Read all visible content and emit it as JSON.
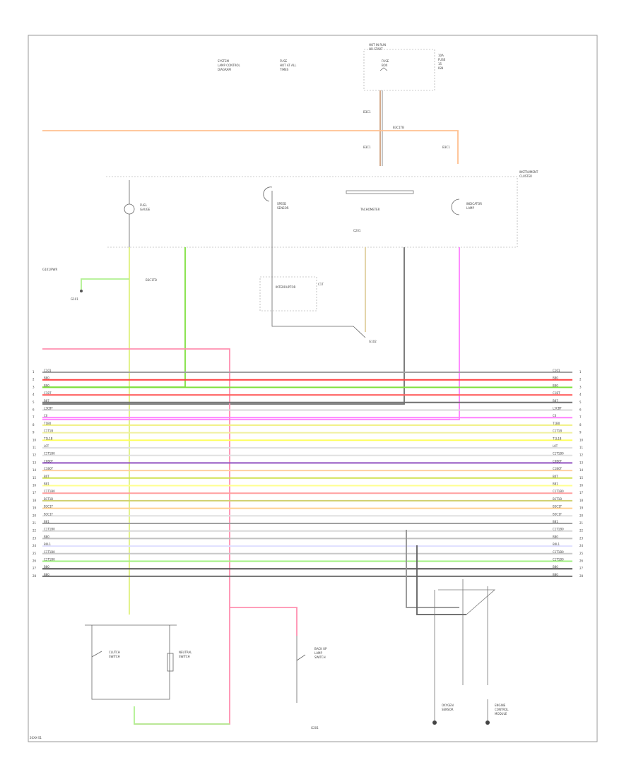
{
  "diagram": {
    "footer_code": "20XX-S1",
    "connector_label_left": "C101",
    "connector_label_right": "C101",
    "bus": [
      {
        "left": "C101",
        "right": "C101",
        "color": "#a0a0a0"
      },
      {
        "left": "B80",
        "right": "B80",
        "color": "#ff4040"
      },
      {
        "left": "B90",
        "right": "B90",
        "color": "#80e040"
      },
      {
        "left": "C1BT",
        "right": "C1BT",
        "color": "#ff6060"
      },
      {
        "left": "B87",
        "right": "B87",
        "color": "#707070"
      },
      {
        "left": "L3CBT",
        "right": "L3CBT",
        "color": "#d8d8d8"
      },
      {
        "left": "C0",
        "right": "C0",
        "color": "#ff80ff"
      },
      {
        "left": "T1B0",
        "right": "T1B0",
        "color": "#f0f080"
      },
      {
        "left": "C1T1B",
        "right": "C1T1B",
        "color": "#f0f0a0"
      },
      {
        "left": "T1L1B",
        "right": "T1L1B",
        "color": "#ffff60"
      },
      {
        "left": "L0T",
        "right": "L0T",
        "color": "#e0e0e0"
      },
      {
        "left": "C1T1B0",
        "right": "C1T1B0",
        "color": "#e0e0e0"
      },
      {
        "left": "C0B0T",
        "right": "C0B0T",
        "color": "#9050c0"
      },
      {
        "left": "C1B0T",
        "right": "C1B0T",
        "color": "#ffd0a0"
      },
      {
        "left": "B0T",
        "right": "B0T",
        "color": "#d0e050"
      },
      {
        "left": "B81",
        "right": "B81",
        "color": "#ffff90"
      },
      {
        "left": "C1T1B0",
        "right": "C1T1B0",
        "color": "#ffa0a0"
      },
      {
        "left": "B1T1B",
        "right": "B1T1B",
        "color": "#d0d070"
      },
      {
        "left": "B3C1T",
        "right": "B3C1T",
        "color": "#ffd090"
      },
      {
        "left": "B3C1T",
        "right": "B3C1T",
        "color": "#e0e0e0"
      },
      {
        "left": "B81",
        "right": "B81",
        "color": "#a0a0a0"
      },
      {
        "left": "C1T1B0",
        "right": "C1T1B0",
        "color": "#d8d8d8"
      },
      {
        "left": "B80",
        "right": "B80",
        "color": "#c0c0c0"
      },
      {
        "left": "B0L1",
        "right": "B0L1",
        "color": "#e0e0ff"
      },
      {
        "left": "C1T1B0",
        "right": "C1T1B0",
        "color": "#c8c8c8"
      },
      {
        "left": "C1T1B0",
        "right": "C1T1B0",
        "color": "#a0f080"
      },
      {
        "left": "B80",
        "right": "B80",
        "color": "#505050"
      },
      {
        "left": "B80",
        "right": "B80",
        "color": "#707070"
      }
    ],
    "top_note": [
      "SYSTEM",
      "LAMP CONTROL",
      "DIAGRAM",
      "FUSE",
      "HOT AT ALL",
      "TIMES"
    ],
    "hot_box_title": [
      "HOT IN RUN",
      "OR START",
      "FUSE",
      "BOX"
    ],
    "hot_box_notes": [
      "10A",
      "FUSE",
      "15",
      "IGN"
    ],
    "instrument_cluster": [
      "INSTRUMENT",
      "CLUSTER"
    ],
    "cluster_items": [
      "TACHOMETER",
      "C201"
    ],
    "fuel_label": [
      "FUEL",
      "GAUGE"
    ],
    "speed_label": [
      "SPEED",
      "SENSOR"
    ],
    "indicator_label": [
      "INDICATOR",
      "LAMP"
    ],
    "ground_labels": [
      "G101",
      "G102",
      "G201"
    ],
    "switch_labels": [
      "CLUTCH",
      "SWITCH",
      "NEUTRAL",
      "SWITCH",
      "BACK UP",
      "LAMP",
      "SWITCH"
    ],
    "sensor_labels": [
      "OXYGEN",
      "SENSOR",
      "ENGINE",
      "CONTROL",
      "MODULE"
    ]
  }
}
